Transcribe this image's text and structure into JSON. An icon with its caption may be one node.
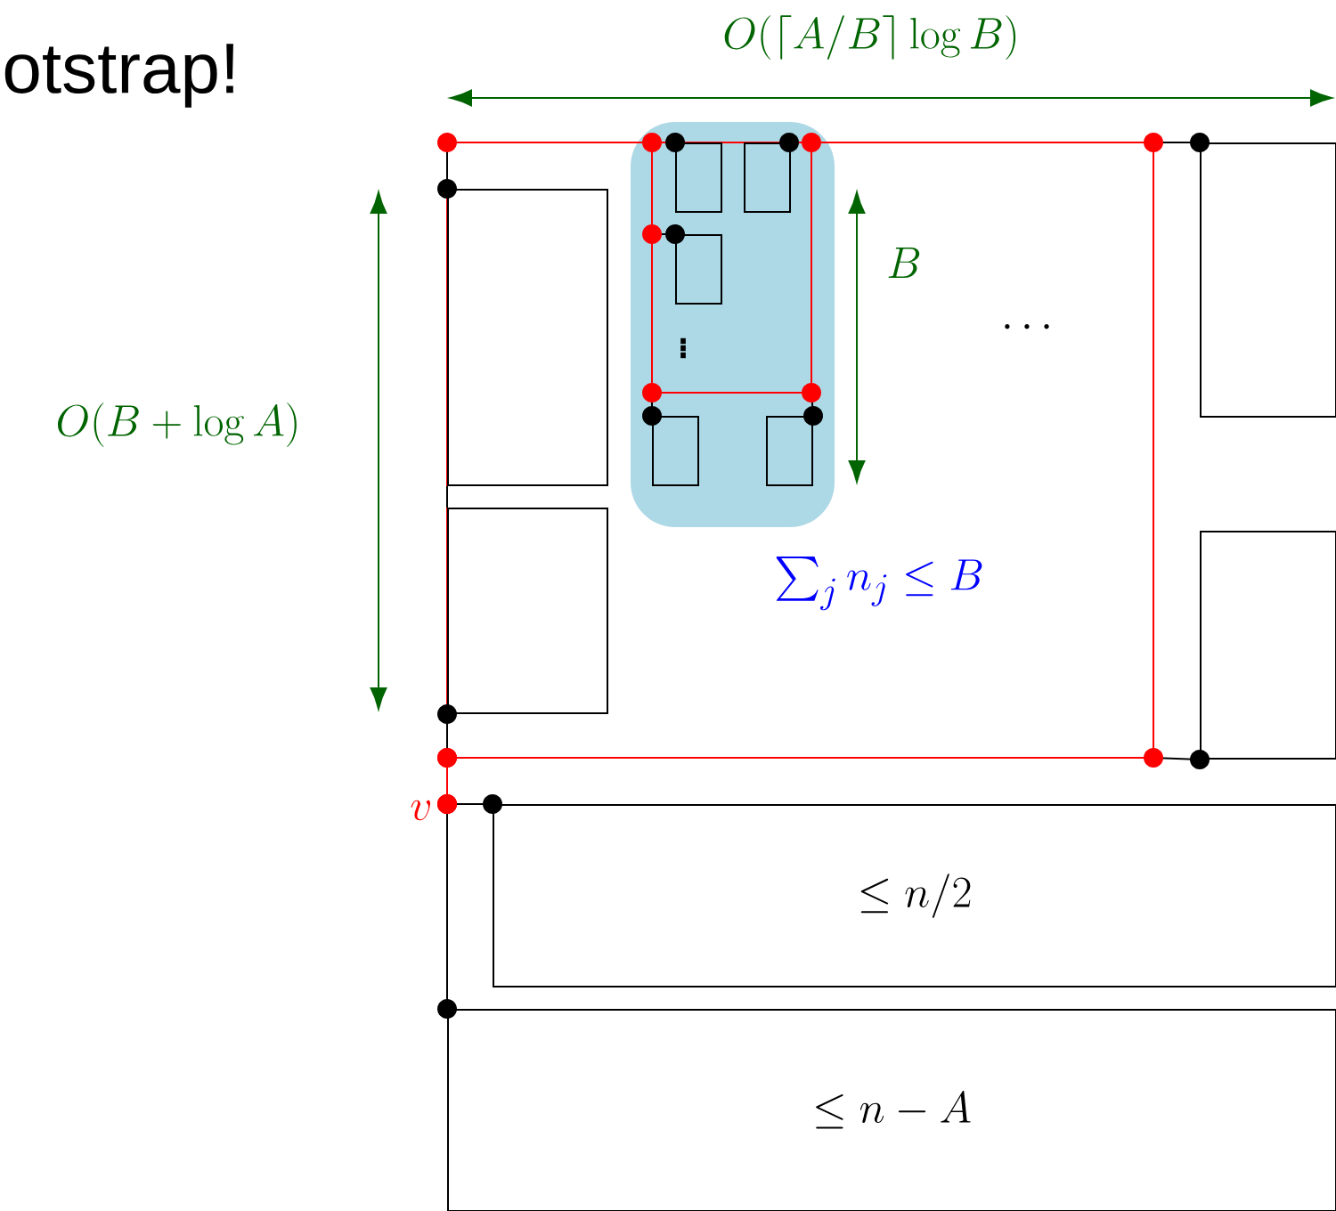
{
  "diagram": {
    "nodes": [
      {
        "text": [],
        "shape": "box"
      },
      {
        "text": [],
        "shape": "box"
      },
      {
        "text": [],
        "shape": "box"
      },
      {
        "text": [],
        "shape": "box"
      },
      {
        "text": [],
        "shape": "box"
      },
      {
        "text": [],
        "shape": "box"
      },
      {
        "text": [],
        "shape": "box"
      },
      {
        "text": [],
        "shape": "box"
      },
      {
        "text": [],
        "shape": "box"
      },
      {
        "text": [
          "v"
        ]
      },
      {
        "text": [
          "\\le n/2"
        ]
      },
      {
        "text": [
          "\\le n - A"
        ]
      }
    ],
    "edges": [
      {
        "from": null,
        "to": 3,
        "arrow": "other"
      },
      {
        "from": 3,
        "to": 7,
        "arrow": "none"
      },
      {
        "from": 7,
        "to": null,
        "arrow": "other"
      },
      {
        "from": 9,
        "to": 10,
        "arrow": "other"
      },
      {
        "from": 9,
        "to": 11,
        "arrow": "other"
      },
      {
        "from": null,
        "to": 2,
        "arrow": "other"
      },
      {
        "from": null,
        "to": 8,
        "arrow": "other"
      },
      {
        "from": null,
        "to": 4,
        "arrow": "other"
      },
      {
        "from": null,
        "to": 5,
        "arrow": "other"
      },
      {
        "from": null,
        "to": 6,
        "arrow": "other"
      },
      {
        "from": null,
        "to": 9,
        "arrow": "other",
        "color": "#ff0000"
      }
    ],
    "labels": [
      "otstrap!",
      "O(\\lceil A/B\\rceil \\log B)",
      "B",
      "O(B + \\log A)",
      "\\cdots",
      "\\vdots",
      "\\sum_j n_j \\le B"
    ]
  }
}
